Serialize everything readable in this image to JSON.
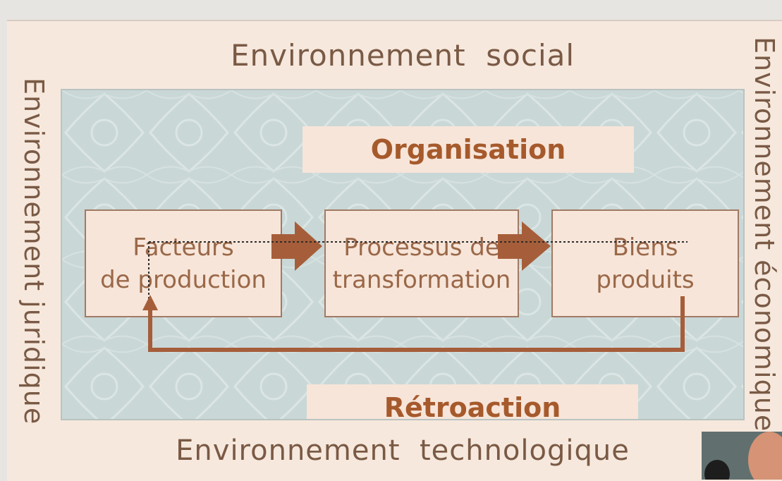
{
  "environments": {
    "top": "Environnement  social",
    "bottom": "Environnement  technologique",
    "left": "Environnement juridique",
    "right": "Environnement économique"
  },
  "center": {
    "title": "Organisation",
    "feedback_label": "Rétroaction",
    "steps": [
      {
        "line1": "Facteurs",
        "line2": "de production"
      },
      {
        "line1": "Processus de",
        "line2": "transformation"
      },
      {
        "line1": "Biens",
        "line2": "produits"
      }
    ]
  },
  "colors": {
    "frame": "#f6e8dd",
    "center": "#c9d7d7",
    "accent": "#a65a2c",
    "text": "#7a5a45"
  }
}
